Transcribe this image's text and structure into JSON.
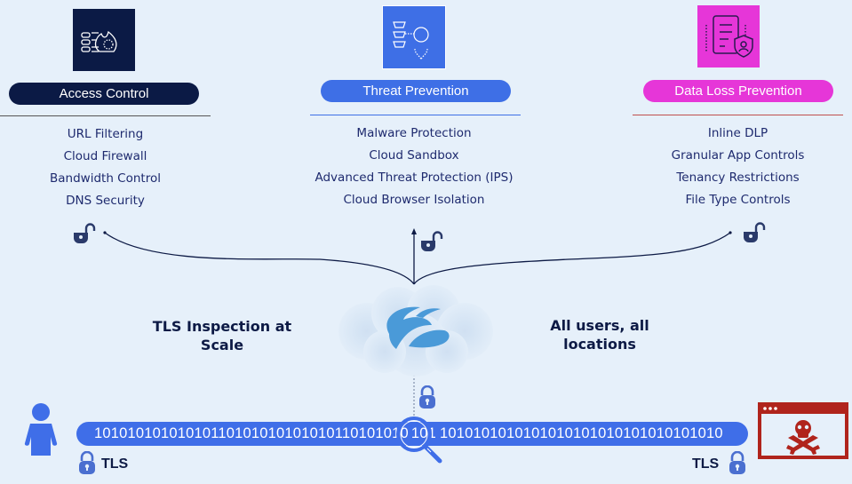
{
  "columns": [
    {
      "id": "access-control",
      "title": "Access Control",
      "color": "#0b1a45",
      "rule_color": "#555555",
      "icon": "firewall-flame-icon",
      "items": [
        "URL Filtering",
        "Cloud Firewall",
        "Bandwidth Control",
        "DNS Security"
      ],
      "lock_icon": "unlocked-padlock-icon"
    },
    {
      "id": "threat-prevention",
      "title": "Threat Prevention",
      "color": "#3e6fe6",
      "rule_color": "#3e6fe6",
      "icon": "masked-threat-inspection-icon",
      "items": [
        "Malware Protection",
        "Cloud Sandbox",
        "Advanced Threat Protection (IPS)",
        "Cloud Browser Isolation"
      ],
      "lock_icon": "unlocked-padlock-icon"
    },
    {
      "id": "data-loss-prevention",
      "title": "Data Loss Prevention",
      "color": "#e636d8",
      "rule_color": "#c0504d",
      "icon": "document-shield-user-icon",
      "items": [
        "Inline DLP",
        "Granular App Controls",
        "Tenancy Restrictions",
        "File Type Controls"
      ],
      "lock_icon": "unlocked-padlock-icon"
    }
  ],
  "center": {
    "left_label": "TLS Inspection at Scale",
    "right_label_line1": "All users, all",
    "right_label_line2": "locations",
    "cloud_icon": "zscaler-cloud-logo-icon",
    "cloud_color": "#4a9ad8"
  },
  "traffic": {
    "binary_left": "10101010101010110101010101010110101010",
    "binary_magnified": "101",
    "binary_right": "1010101010101010101010101010101010",
    "bar_color": "#3f6ee8",
    "left_tls_label": "TLS",
    "right_tls_label": "TLS",
    "user_icon": "user-icon",
    "destination_icon": "malicious-website-skull-icon",
    "destination_color": "#b0241c",
    "magnifier_icon": "magnifier-icon",
    "lock_color": "#4a6fd0"
  }
}
